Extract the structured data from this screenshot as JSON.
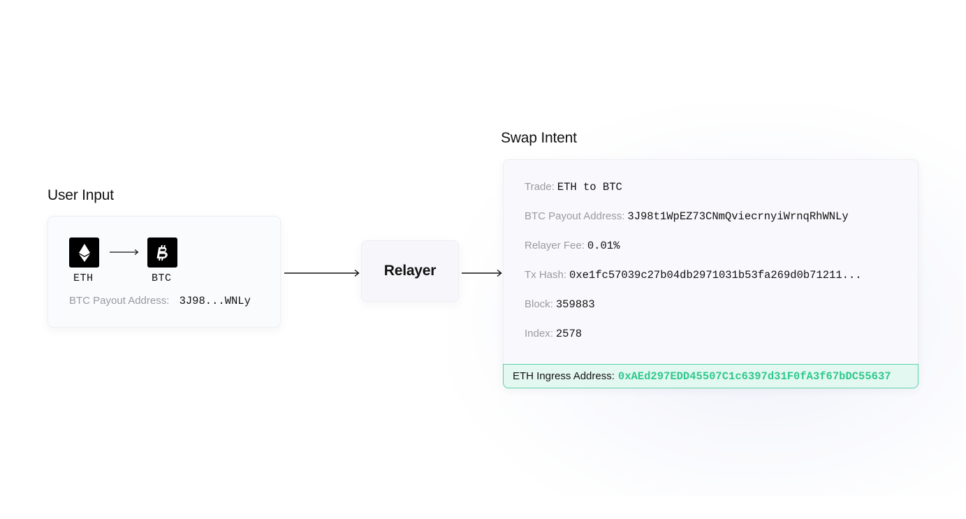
{
  "user_input": {
    "title": "User Input",
    "from_token": {
      "symbol": "ETH",
      "icon": "ethereum-icon"
    },
    "to_token": {
      "symbol": "BTC",
      "icon": "bitcoin-icon"
    },
    "payout_label": "BTC Payout Address:",
    "payout_value": "3J98...WNLy"
  },
  "relayer": {
    "label": "Relayer"
  },
  "swap_intent": {
    "title": "Swap Intent",
    "fields": [
      {
        "label": "Trade:",
        "value": "ETH to BTC"
      },
      {
        "label": "BTC Payout Address:",
        "value": "3J98t1WpEZ73CNmQviecrnyiWrnqRhWNLy"
      },
      {
        "label": "Relayer Fee:",
        "value": "0.01%"
      },
      {
        "label": "Tx Hash:",
        "value": "0xe1fc57039c27b04db2971031b53fa269d0b71211..."
      },
      {
        "label": "Block:",
        "value": "359883"
      },
      {
        "label": "Index:",
        "value": "2578"
      }
    ],
    "ingress": {
      "label": "ETH Ingress Address:",
      "value": "0xAEd297EDD45507C1c6397d31F0fA3f67bDC55637"
    }
  },
  "colors": {
    "accent_green": "#2fc88d",
    "ingress_bg": "#e4f8f2",
    "ingress_border": "#58d3a4",
    "muted_text": "#9a9a9f",
    "token_bg": "#000000"
  }
}
